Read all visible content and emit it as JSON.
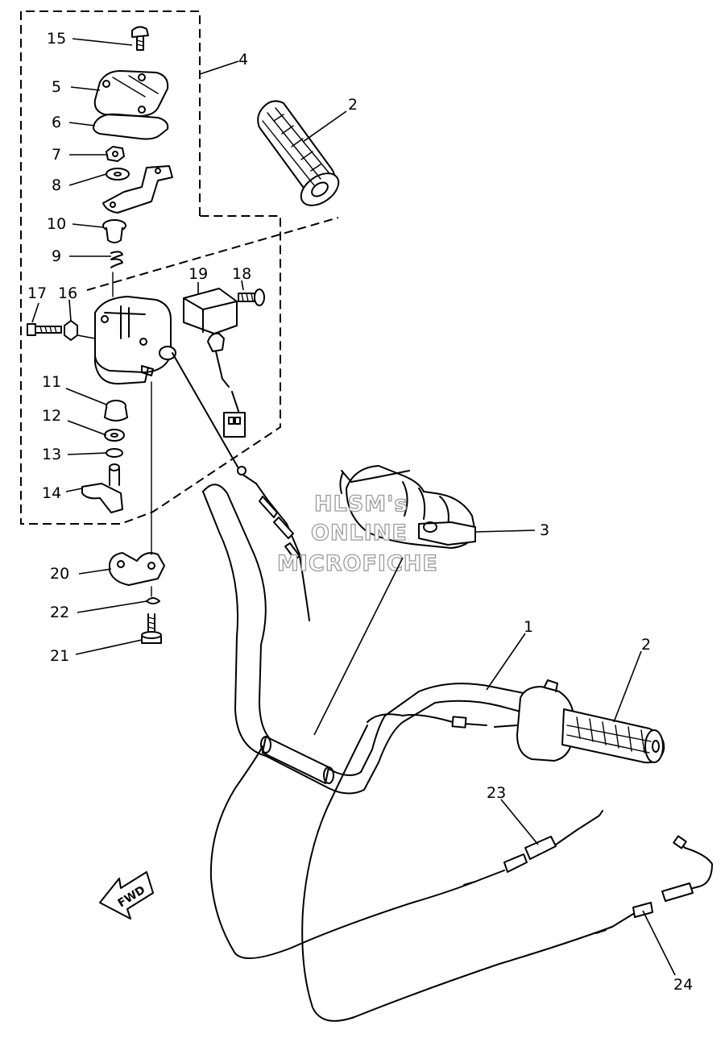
{
  "watermark": {
    "line1": "HLSM's",
    "line2": "ONLINE",
    "line3": "MICROFICHE"
  },
  "direction_label": "FWD",
  "callouts": {
    "c1": "1",
    "c2a": "2",
    "c2b": "2",
    "c3": "3",
    "c4": "4",
    "c5": "5",
    "c6": "6",
    "c7": "7",
    "c8": "8",
    "c9": "9",
    "c10": "10",
    "c11": "11",
    "c12": "12",
    "c13": "13",
    "c14": "14",
    "c15": "15",
    "c16": "16",
    "c17": "17",
    "c18": "18",
    "c19": "19",
    "c20": "20",
    "c21": "21",
    "c22": "22",
    "c23": "23",
    "c24": "24"
  },
  "colors": {
    "line": "#000000",
    "background": "#ffffff",
    "watermark_outline": "#9a9a9a"
  }
}
